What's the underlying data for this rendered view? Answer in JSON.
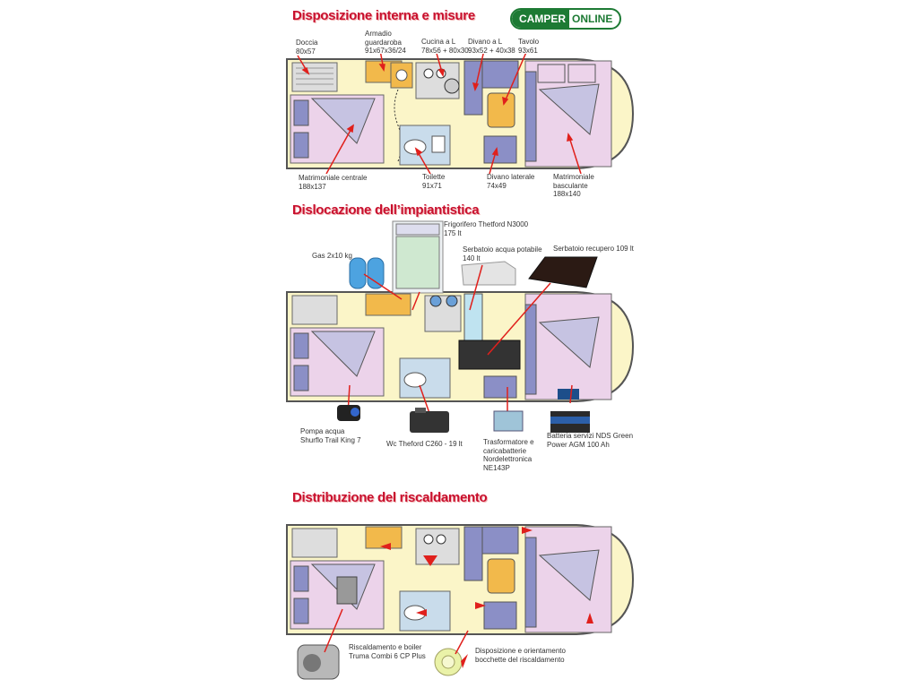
{
  "logo": {
    "part1": "CAMPER",
    "part2": "ONLINE"
  },
  "sections": {
    "s1": {
      "title": "Disposizione interna e misure"
    },
    "s2": {
      "title": "Dislocazione dell’impiantistica"
    },
    "s3": {
      "title": "Distribuzione del riscaldamento"
    }
  },
  "labels": {
    "doccia": "Doccia\n80x57",
    "armadio": "Armadio\nguardaroba\n91x67x36/24",
    "cucina": "Cucina a L\n78x56 + 80x30",
    "divano_l": "Divano a L\n93x52 + 40x38",
    "tavolo": "Tavolo\n93x61",
    "matr_centrale": "Matrimoniale centrale\n188x137",
    "toilette": "Toilette\n91x71",
    "divano_lat": "Divano laterale\n74x49",
    "matr_basc": "Matrimoniale\nbasculante\n188x140",
    "frigo": "Frigorifero Thetford N3000\n175 lt",
    "gas": "Gas 2x10 kg",
    "serb_pot": "Serbatoio acqua potabile\n140 lt",
    "serb_rec": "Serbatoio recupero 109 lt",
    "pompa": "Pompa acqua\nShurflo Trail King 7",
    "wc": "Wc Theford C260 - 19 lt",
    "trasf": "Trasformatore e\ncaricabatterie\nNordelettronica\nNE143P",
    "batteria": "Batteria servizi NDS Green\nPower AGM 100 Ah",
    "risc": "Riscaldamento e boiler\nTruma Combi 6 CP Plus",
    "bocchette": "Disposizione e orientamento\nbocchette del riscaldamento"
  },
  "colors": {
    "title_red": "#c8102e",
    "floor": "#fbf5c8",
    "bed": "#ecd3ea",
    "cushion": "#8b8fc6",
    "arrow": "#e0201c",
    "logo_green": "#1d7a34"
  }
}
